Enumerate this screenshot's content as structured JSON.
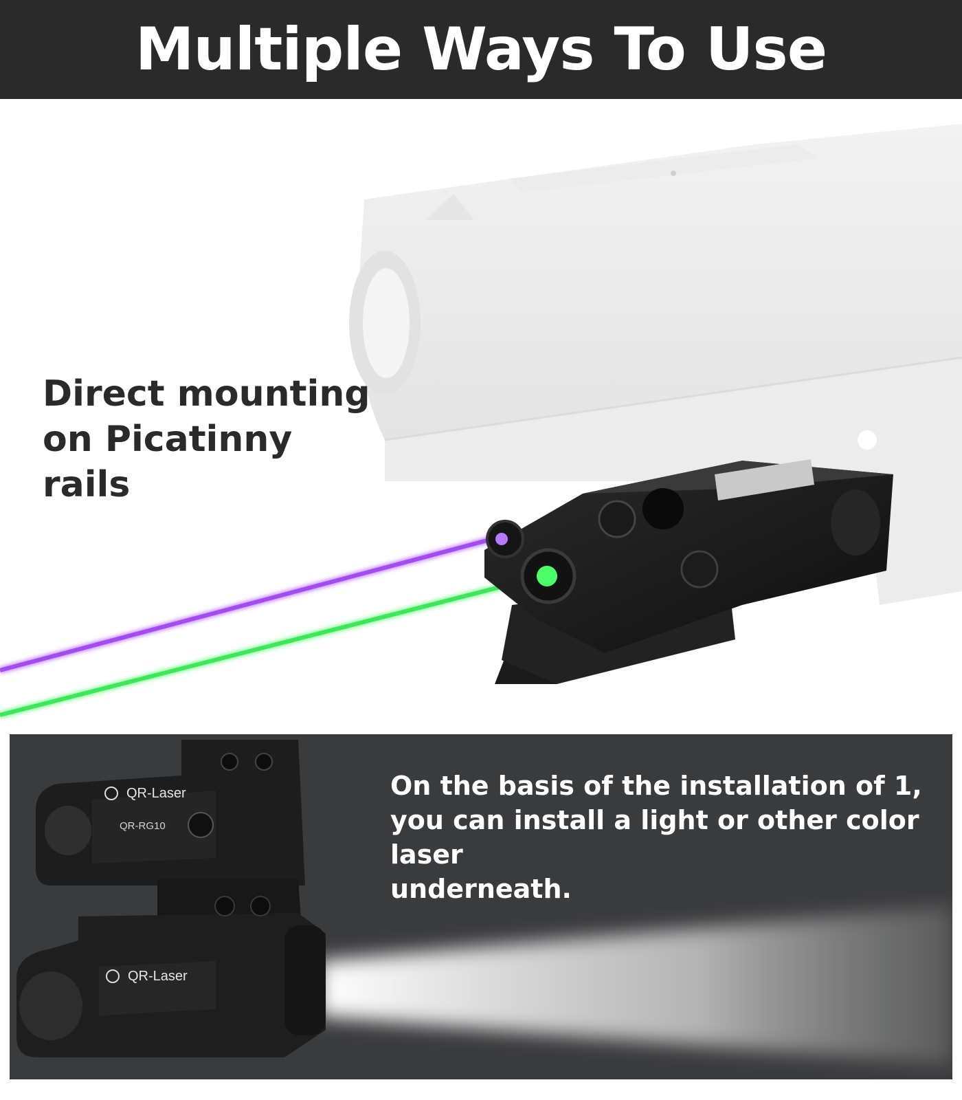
{
  "header": {
    "title": "Multiple Ways To Use"
  },
  "section_mount": {
    "caption_lines": [
      "Direct mounting",
      "on Picatinny rails"
    ]
  },
  "section_stack": {
    "caption_lines": [
      "On the basis of the installation of 1,",
      "you can install a light or other color laser",
      "underneath."
    ],
    "upper_unit": {
      "brand": "QR-Laser",
      "model": "QR-RG10"
    },
    "lower_unit": {
      "brand": "QR-Laser"
    }
  },
  "colors": {
    "header_bg": "#2a2a2a",
    "purple_beam": "#a24cf0",
    "green_beam": "#3ee65a",
    "panel_bg": "#3a3b3d"
  }
}
